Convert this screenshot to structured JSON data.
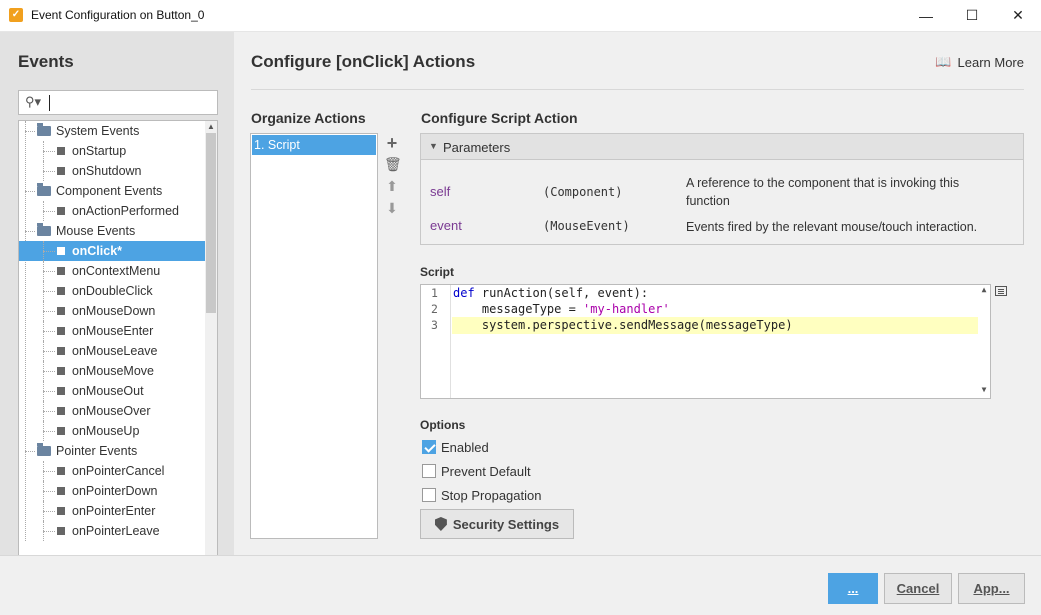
{
  "window": {
    "title": "Event Configuration on Button_0",
    "minimize": "—",
    "maximize": "☐",
    "close": "✕"
  },
  "events_panel": {
    "heading": "Events",
    "search": {
      "placeholder": ""
    },
    "tree": [
      {
        "label": "System Events",
        "type": "folder"
      },
      {
        "label": "onStartup",
        "type": "leaf"
      },
      {
        "label": "onShutdown",
        "type": "leaf"
      },
      {
        "label": "Component Events",
        "type": "folder"
      },
      {
        "label": "onActionPerformed",
        "type": "leaf"
      },
      {
        "label": "Mouse Events",
        "type": "folder"
      },
      {
        "label": "onClick*",
        "type": "leaf",
        "selected": true
      },
      {
        "label": "onContextMenu",
        "type": "leaf"
      },
      {
        "label": "onDoubleClick",
        "type": "leaf"
      },
      {
        "label": "onMouseDown",
        "type": "leaf"
      },
      {
        "label": "onMouseEnter",
        "type": "leaf"
      },
      {
        "label": "onMouseLeave",
        "type": "leaf"
      },
      {
        "label": "onMouseMove",
        "type": "leaf"
      },
      {
        "label": "onMouseOut",
        "type": "leaf"
      },
      {
        "label": "onMouseOver",
        "type": "leaf"
      },
      {
        "label": "onMouseUp",
        "type": "leaf"
      },
      {
        "label": "Pointer Events",
        "type": "folder"
      },
      {
        "label": "onPointerCancel",
        "type": "leaf"
      },
      {
        "label": "onPointerDown",
        "type": "leaf"
      },
      {
        "label": "onPointerEnter",
        "type": "leaf"
      },
      {
        "label": "onPointerLeave",
        "type": "leaf"
      }
    ]
  },
  "main": {
    "title": "Configure [onClick] Actions",
    "learn_more": "Learn More",
    "organize_heading": "Organize Actions",
    "actions": [
      "1. Script"
    ],
    "configure_heading": "Configure Script Action",
    "parameters": {
      "heading": "Parameters",
      "rows": [
        {
          "name": "self",
          "type": "(Component)",
          "desc": "A reference to the component that is invoking this function"
        },
        {
          "name": "event",
          "type": "(MouseEvent)",
          "desc": "Events fired by the relevant mouse/touch interaction."
        }
      ]
    },
    "script_label": "Script",
    "script_lines": [
      {
        "num": "1",
        "kw": "def",
        "rest": " runAction(self, event):",
        "str": "",
        "tail": ""
      },
      {
        "num": "2",
        "kw": "",
        "rest": "    messageType = ",
        "str": "'my-handler'",
        "tail": ""
      },
      {
        "num": "3",
        "kw": "",
        "rest": "    system.perspective.sendMessage(messageType)",
        "str": "",
        "tail": ""
      }
    ],
    "options_label": "Options",
    "options": [
      {
        "label": "Enabled",
        "checked": true
      },
      {
        "label": "Prevent Default",
        "checked": false
      },
      {
        "label": "Stop Propagation",
        "checked": false
      }
    ],
    "security_button": "Security Settings"
  },
  "footer": {
    "ok": "...",
    "cancel": "Cancel",
    "apply": "App..."
  },
  "colors": {
    "accent": "#4da3e3",
    "param_name": "#7a3a92"
  }
}
